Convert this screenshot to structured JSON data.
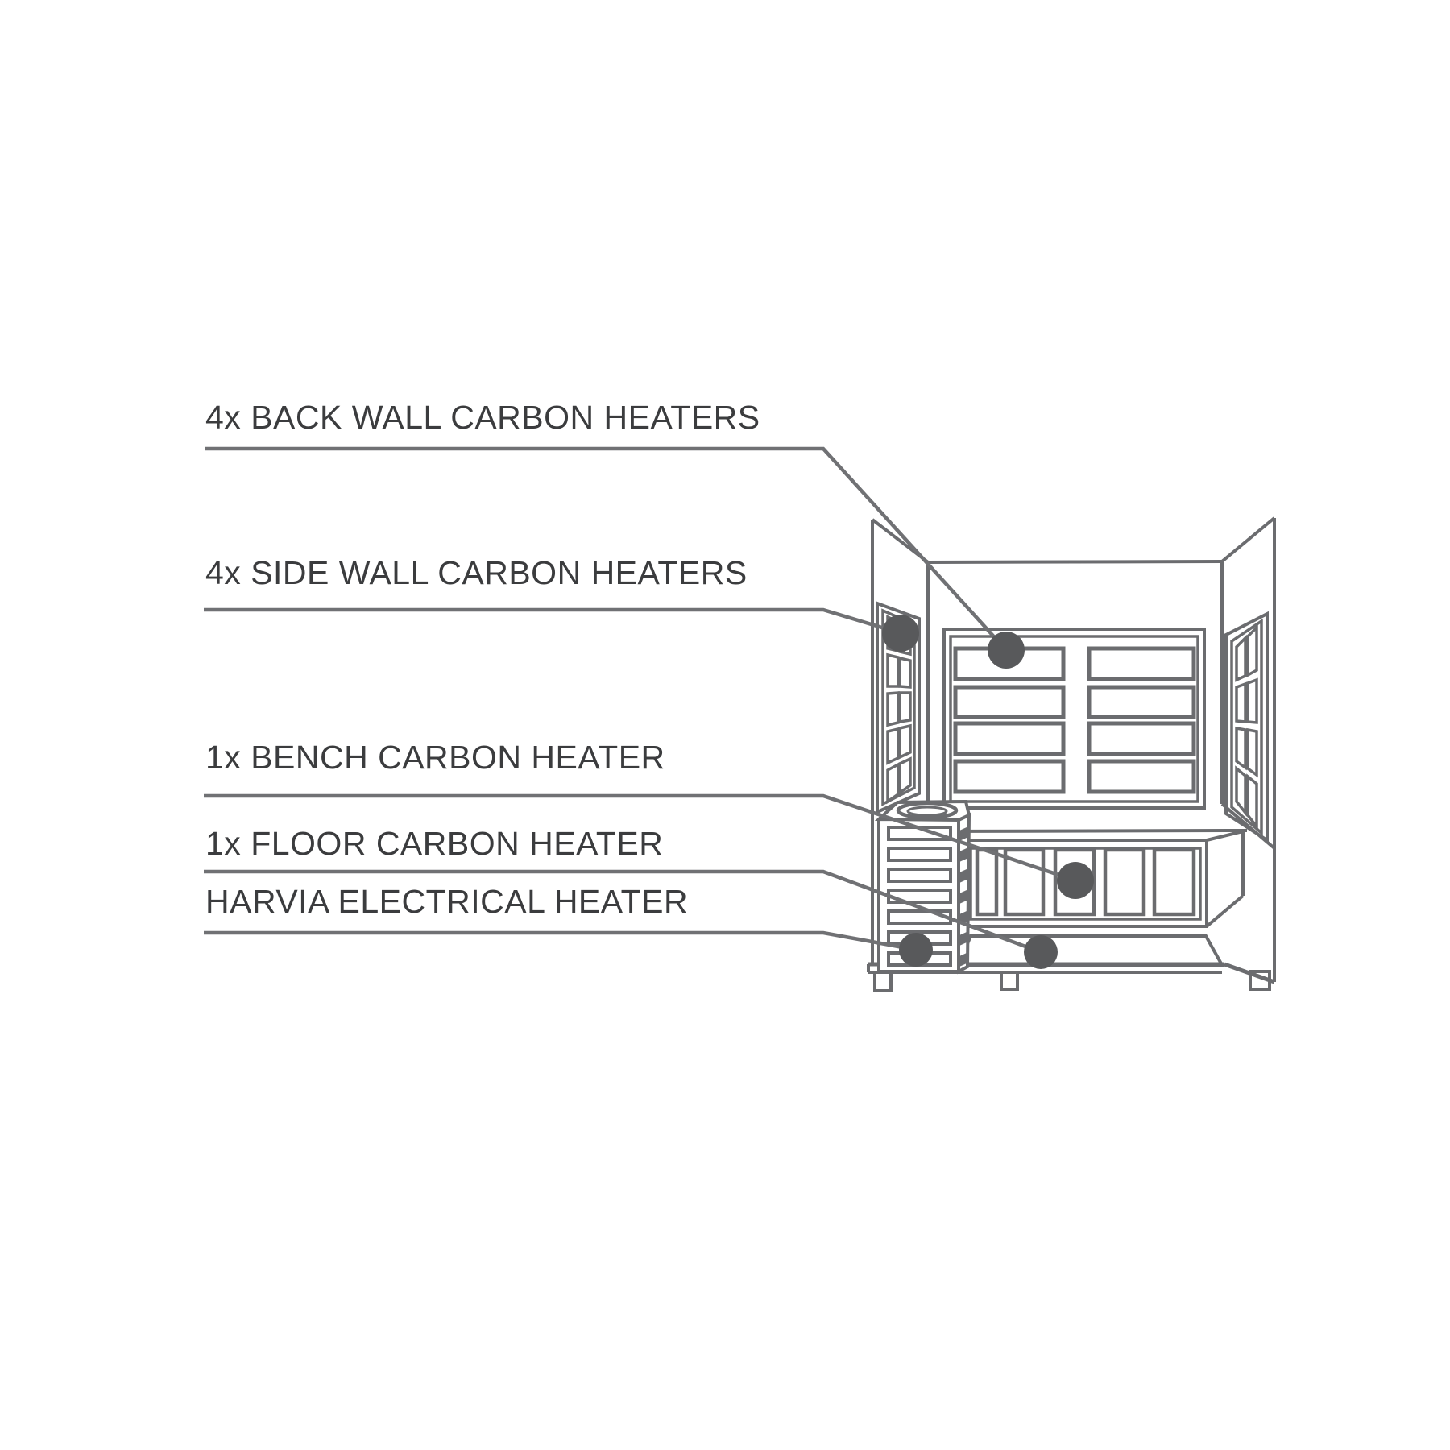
{
  "diagram": {
    "subject": "sauna infrared heater layout",
    "labels": {
      "back_wall": "4x BACK WALL CARBON HEATERS",
      "side_wall": "4x SIDE WALL CARBON HEATERS",
      "bench": "1x BENCH CARBON HEATER",
      "floor": "1x FLOOR CARBON HEATER",
      "harvia": "HARVIA ELECTRICAL HEATER"
    },
    "callout_count": 5,
    "colors": {
      "label_text": "#3b3c3e",
      "callout_line": "#707174",
      "marker_dot": "#58595b",
      "drawing_outline": "#6b6c6f",
      "background": "#ffffff"
    }
  }
}
